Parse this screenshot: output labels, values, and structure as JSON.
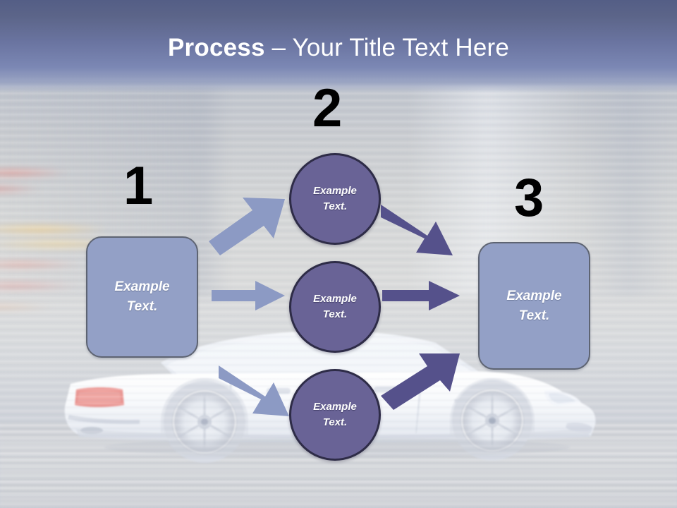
{
  "slide": {
    "title": {
      "strong": "Process",
      "dash": " – ",
      "rest": "Your Title Text Here"
    },
    "colors": {
      "header_top": "#545e86",
      "header_bottom": "#7b87b4",
      "box_fill": "#93a0c6",
      "box_border": "#5e6472",
      "circle_fill": "#696396",
      "circle_border": "#2e2c47",
      "arrow_light": "#8c9ac4",
      "arrow_dark": "#55518b",
      "number_color": "#000000",
      "shape_text_color": "#ffffff"
    },
    "numbers": [
      {
        "name": "step-number-1",
        "label": "1"
      },
      {
        "name": "step-number-2",
        "label": "2"
      },
      {
        "name": "step-number-3",
        "label": "3"
      }
    ],
    "boxes": [
      {
        "name": "input-box",
        "line1": "Example",
        "line2": "Text."
      },
      {
        "name": "output-box",
        "line1": "Example",
        "line2": "Text."
      }
    ],
    "circles": [
      {
        "name": "process-circle-top",
        "line1": "Example",
        "line2": "Text."
      },
      {
        "name": "process-circle-middle",
        "line1": "Example",
        "line2": "Text."
      },
      {
        "name": "process-circle-bottom",
        "line1": "Example",
        "line2": "Text."
      }
    ],
    "arrows": [
      {
        "name": "arrow-left-to-top-circle",
        "direction": "up-right",
        "color": "#8c9ac4"
      },
      {
        "name": "arrow-left-to-middle-circle",
        "direction": "right",
        "color": "#8c9ac4"
      },
      {
        "name": "arrow-left-to-bottom-circle",
        "direction": "down-right",
        "color": "#8c9ac4"
      },
      {
        "name": "arrow-top-circle-to-right",
        "direction": "down-right",
        "color": "#55518b"
      },
      {
        "name": "arrow-middle-circle-to-right",
        "direction": "right",
        "color": "#55518b"
      },
      {
        "name": "arrow-bottom-circle-to-right",
        "direction": "up-right",
        "color": "#55518b"
      }
    ],
    "background": {
      "name": "blurred-street-photo",
      "description": "Motion-blurred city street with a white sedan"
    }
  }
}
